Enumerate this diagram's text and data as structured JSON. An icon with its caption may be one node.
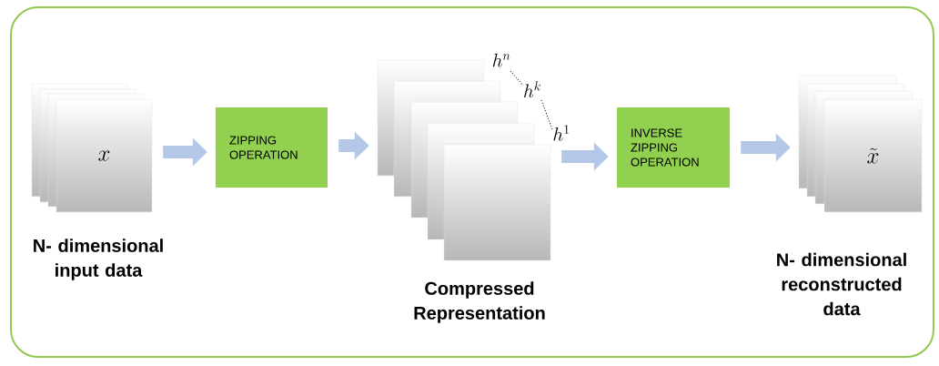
{
  "diagram": {
    "nodes": [
      {
        "text": [
          "x"
        ],
        "beside": [
          "N- dimensional input data"
        ]
      },
      {
        "text": [
          "ZIPPING OPERATION"
        ]
      },
      {
        "text": [],
        "shape": "box",
        "beside": [
          "Compressed Representation"
        ]
      },
      {
        "text": [
          "INVERSE ZIPPING OPERATION"
        ]
      },
      {
        "text": [
          "\\tilde{x}"
        ],
        "beside": [
          "N- dimensional reconstructed data"
        ]
      }
    ],
    "edges": [
      {
        "from": 0,
        "to": 1,
        "arrow": "to"
      },
      {
        "from": 1,
        "to": 2,
        "arrow": "to"
      },
      {
        "from": 2,
        "to": 3,
        "arrow": "to"
      },
      {
        "from": 3,
        "to": 4,
        "arrow": "to"
      }
    ],
    "labels": [
      "h^n",
      "h^k",
      "h^1"
    ]
  }
}
